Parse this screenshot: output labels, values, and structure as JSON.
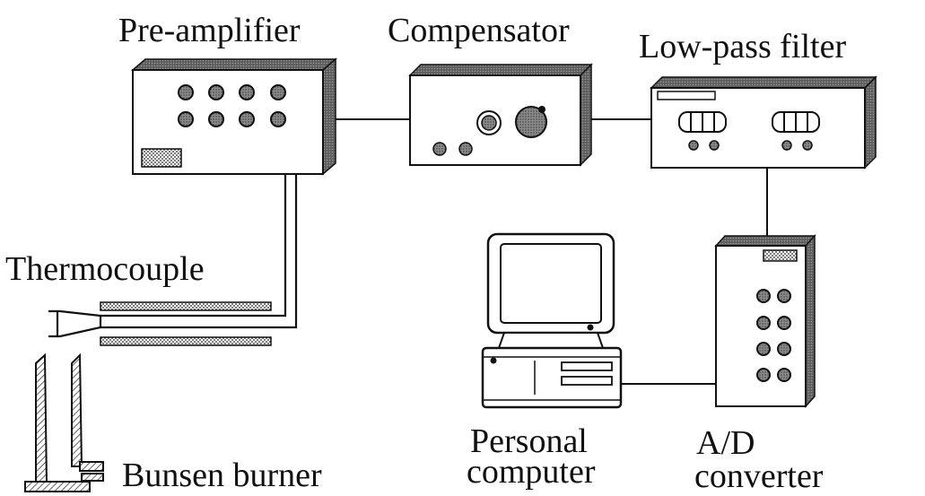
{
  "labels": {
    "preamp": "Pre-amplifier",
    "compensator": "Compensator",
    "lowpass": "Low-pass filter",
    "thermocouple": "Thermocouple",
    "bunsen": "Bunsen burner",
    "pc_line1": "Personal",
    "pc_line2": "computer",
    "ad_line1": "A/D",
    "ad_line2": "converter"
  },
  "colors": {
    "ink": "#111111",
    "shadow": "#6a6a6a",
    "knob": "#8a8a8a",
    "background": "#ffffff"
  }
}
